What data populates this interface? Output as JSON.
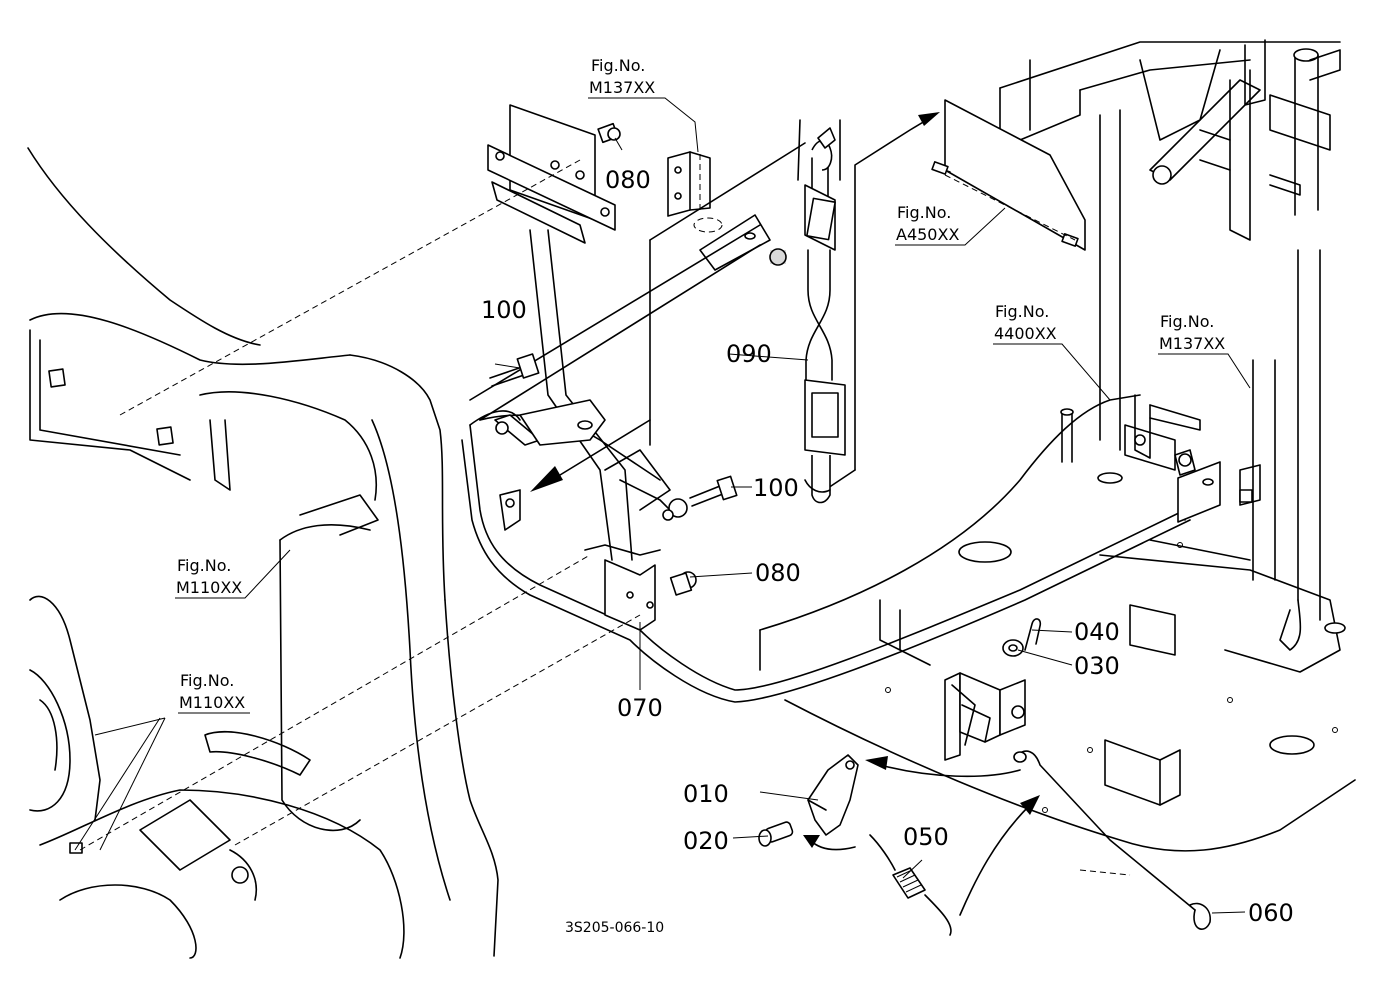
{
  "parts": [
    {
      "id": "080-top",
      "number": "080"
    },
    {
      "id": "100-left",
      "number": "100"
    },
    {
      "id": "090",
      "number": "090"
    },
    {
      "id": "100-right",
      "number": "100"
    },
    {
      "id": "080-mid",
      "number": "080"
    },
    {
      "id": "070",
      "number": "070"
    },
    {
      "id": "040",
      "number": "040"
    },
    {
      "id": "030",
      "number": "030"
    },
    {
      "id": "010",
      "number": "010"
    },
    {
      "id": "020",
      "number": "020"
    },
    {
      "id": "050",
      "number": "050"
    },
    {
      "id": "060",
      "number": "060"
    }
  ],
  "figure_refs": [
    {
      "id": "fig-m137-top",
      "prefix": "Fig.No.",
      "code": "M137XX"
    },
    {
      "id": "fig-a450",
      "prefix": "Fig.No.",
      "code": "A450XX"
    },
    {
      "id": "fig-4400",
      "prefix": "Fig.No.",
      "code": "4400XX"
    },
    {
      "id": "fig-m137-right",
      "prefix": "Fig.No.",
      "code": "M137XX"
    },
    {
      "id": "fig-m110-mid",
      "prefix": "Fig.No.",
      "code": "M110XX"
    },
    {
      "id": "fig-m110-low",
      "prefix": "Fig.No.",
      "code": "M110XX"
    }
  ],
  "drawing_id": "3S205-066-10"
}
